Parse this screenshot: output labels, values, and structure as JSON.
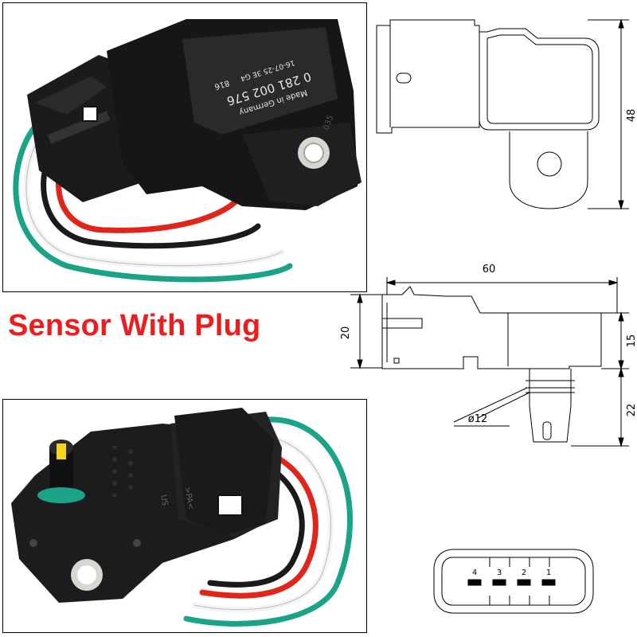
{
  "caption": {
    "text": "Sensor With Plug",
    "color": "#ee1c1c"
  },
  "sensor_label": {
    "made_in": "Made in Germany",
    "part_number": "0 281 002 576",
    "date_code": "16-07-25 3E G4",
    "code": "816",
    "mold_mark": "035"
  },
  "plug_marks": {
    "us": "US",
    "pa": ">PA<"
  },
  "dimensions": {
    "height": "48",
    "length": "60",
    "plug_height": "20",
    "body_height": "15",
    "nozzle_length": "22",
    "nozzle_diameter": "ø12"
  },
  "connector_pins": [
    "4",
    "3",
    "2",
    "1"
  ],
  "wire_colors": {
    "green": "#1aa386",
    "white": "#f4f4f4",
    "black": "#1a1a1a",
    "red": "#e0251b"
  }
}
